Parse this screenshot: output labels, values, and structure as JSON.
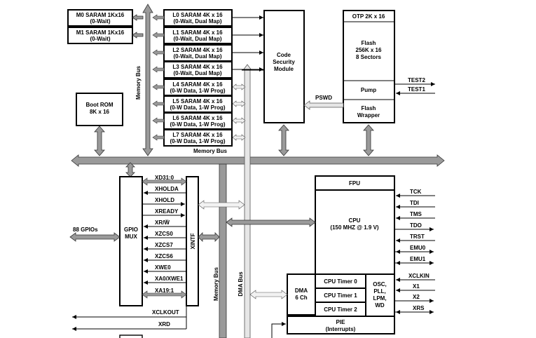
{
  "labels": {
    "m0_line1": "M0 SARAM 1Kx16",
    "m0_line2": "(0-Wait)",
    "m1_line1": "M1 SARAM 1Kx16",
    "m1_line2": "(0-Wait)",
    "l0_line1": "L0 SARAM 4K x 16",
    "l0_line2": "(0-Wait, Dual Map)",
    "l1_line1": "L1 SARAM 4K x 16",
    "l1_line2": "(0-Wait, Dual Map)",
    "l2_line1": "L2 SARAM 4K x 16",
    "l2_line2": "(0-Wait, Dual Map)",
    "l3_line1": "L3 SARAM 4K x 16",
    "l3_line2": "(0-Wait, Dual Map)",
    "l4_line1": "L4 SARAM 4K x 16",
    "l4_line2": "(0-W Data, 1-W Prog)",
    "l5_line1": "L5 SARAM 4K x 16",
    "l5_line2": "(0-W Data, 1-W Prog)",
    "l6_line1": "L6 SARAM 4K x 16",
    "l6_line2": "(0-W Data, 1-W Prog)",
    "l7_line1": "L7 SARAM 4K x 16",
    "l7_line2": "(0-W Data, 1-W Prog)",
    "csm_line1": "Code",
    "csm_line2": "Security",
    "csm_line3": "Module",
    "otp": "OTP 2K x 16",
    "flash_line1": "Flash",
    "flash_line2": "256K x 16",
    "flash_line3": "8 Sectors",
    "pump": "Pump",
    "wrapper_line1": "Flash",
    "wrapper_line2": "Wrapper",
    "pswd": "PSWD",
    "test2": "TEST2",
    "test1": "TEST1",
    "bootrom_line1": "Boot ROM",
    "bootrom_line2": "8K x 16",
    "memory_bus_vertical": "Memory Bus",
    "memory_bus_horizontal": "Memory Bus",
    "memory_bus_lower": "Memory Bus",
    "dma_bus": "DMA Bus",
    "gpio_mux_line1": "GPIO",
    "gpio_mux_line2": "MUX",
    "gpios": "88 GPIOs",
    "xintf": "XINTF",
    "fpu": "FPU",
    "cpu_line1": "CPU",
    "cpu_line2": "(150 MHZ @ 1.9 V)",
    "dma_line1": "DMA",
    "dma_line2": "6 Ch",
    "timer0": "CPU Timer 0",
    "timer1": "CPU Timer 1",
    "timer2": "CPU Timer 2",
    "osc_line1": "OSC,",
    "osc_line2": "PLL,",
    "osc_line3": "LPM,",
    "osc_line4": "WD",
    "pie_line1": "PIE",
    "pie_line2": "(Interrupts)",
    "xclkout": "XCLKOUT",
    "xrd": "XRD"
  },
  "xintf_signals": [
    "XD31:0",
    "XHOLDA",
    "XHOLD",
    "XREADY",
    "XR/W̅",
    "XZCS0",
    "XZCS7",
    "XZCS6",
    "XWE0",
    "XA0/XWE1",
    "XA19:1"
  ],
  "cpu_signals": [
    "TCK",
    "TDI",
    "TMS",
    "TDO",
    "TRST",
    "EMU0",
    "EMU1"
  ],
  "clock_signals": [
    "XCLKIN",
    "X1",
    "X2",
    "XRS"
  ]
}
